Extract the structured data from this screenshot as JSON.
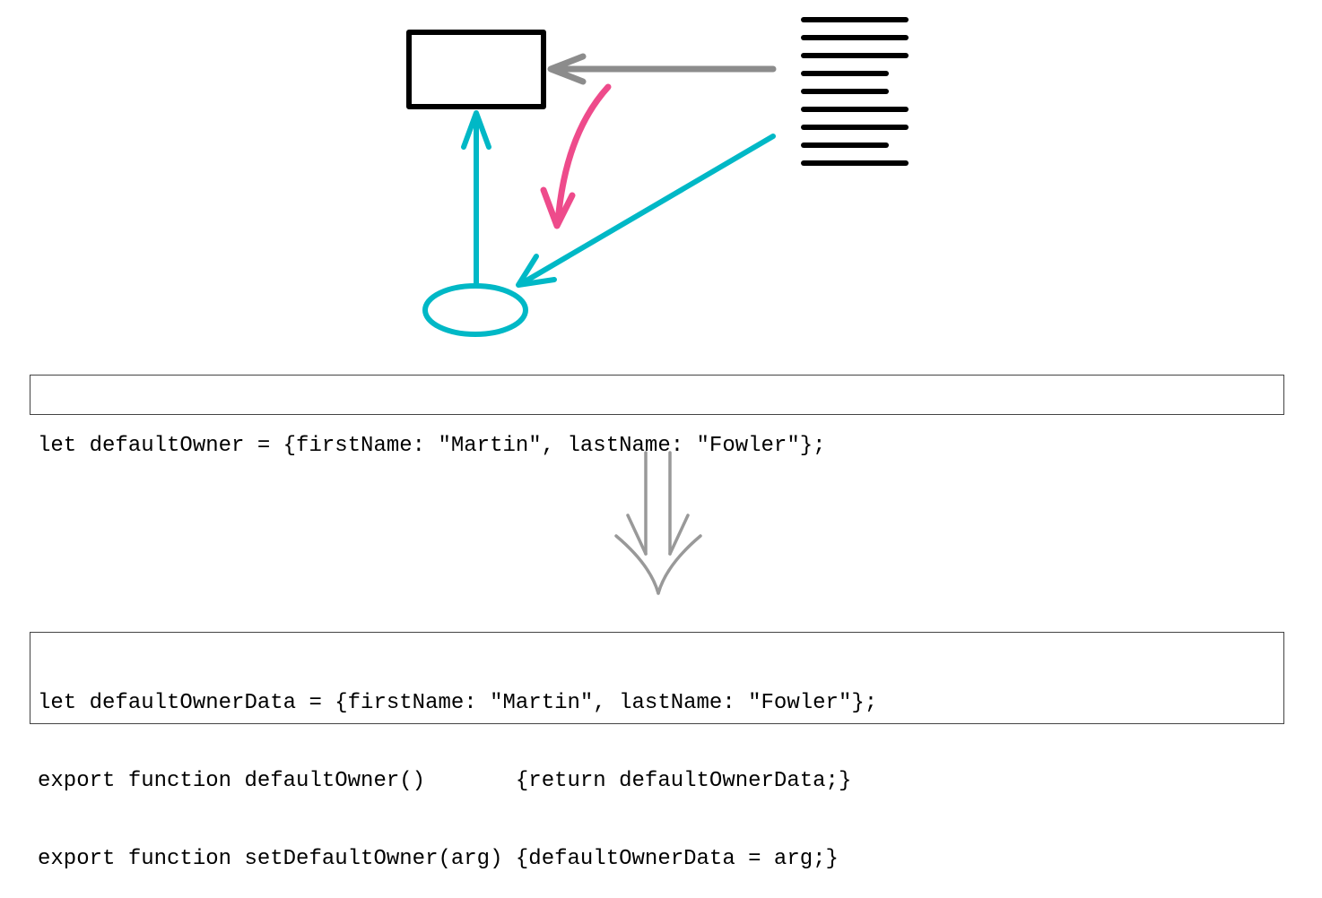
{
  "colors": {
    "record_outline": "#000000",
    "accessor_arrows": "#00b8c6",
    "direct_access_arrow": "#8c8c8c",
    "redirect_arrow": "#ee4b8b",
    "text_lines": "#000000",
    "transform_arrow": "#999999",
    "code_border": "#444444"
  },
  "icons": {
    "record": "rectangle-icon",
    "module_text": "text-lines-icon",
    "accessor": "ellipse-icon",
    "transform": "double-down-arrow-icon"
  },
  "before": {
    "lines": [
      "let defaultOwner = {firstName: \"Martin\", lastName: \"Fowler\"};"
    ]
  },
  "after": {
    "lines": [
      "let defaultOwnerData = {firstName: \"Martin\", lastName: \"Fowler\"};",
      "export function defaultOwner()       {return defaultOwnerData;}",
      "export function setDefaultOwner(arg) {defaultOwnerData = arg;}"
    ]
  }
}
